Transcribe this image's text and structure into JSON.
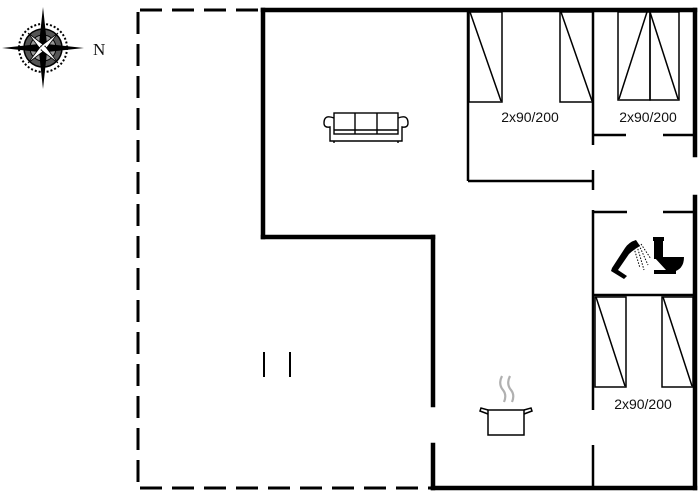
{
  "compass": {
    "direction_label": "N",
    "icon": "compass-rose-icon"
  },
  "rooms": [
    {
      "id": "living-room",
      "icon": "sofa-icon"
    },
    {
      "id": "bedroom-1",
      "bed_label": "2x90/200",
      "icon": "single-bed-icon"
    },
    {
      "id": "bedroom-2",
      "bed_label": "2x90/200",
      "icon": "single-bed-icon"
    },
    {
      "id": "bathroom",
      "icons": [
        "shower-icon",
        "toilet-icon"
      ]
    },
    {
      "id": "bedroom-3",
      "bed_label": "2x90/200",
      "icon": "single-bed-icon"
    },
    {
      "id": "kitchen",
      "icon": "cooking-pot-icon"
    },
    {
      "id": "terrace",
      "outline": "dashed"
    }
  ],
  "colors": {
    "wall": "#000000",
    "background": "#ffffff",
    "steam": "#b0b0b0"
  }
}
